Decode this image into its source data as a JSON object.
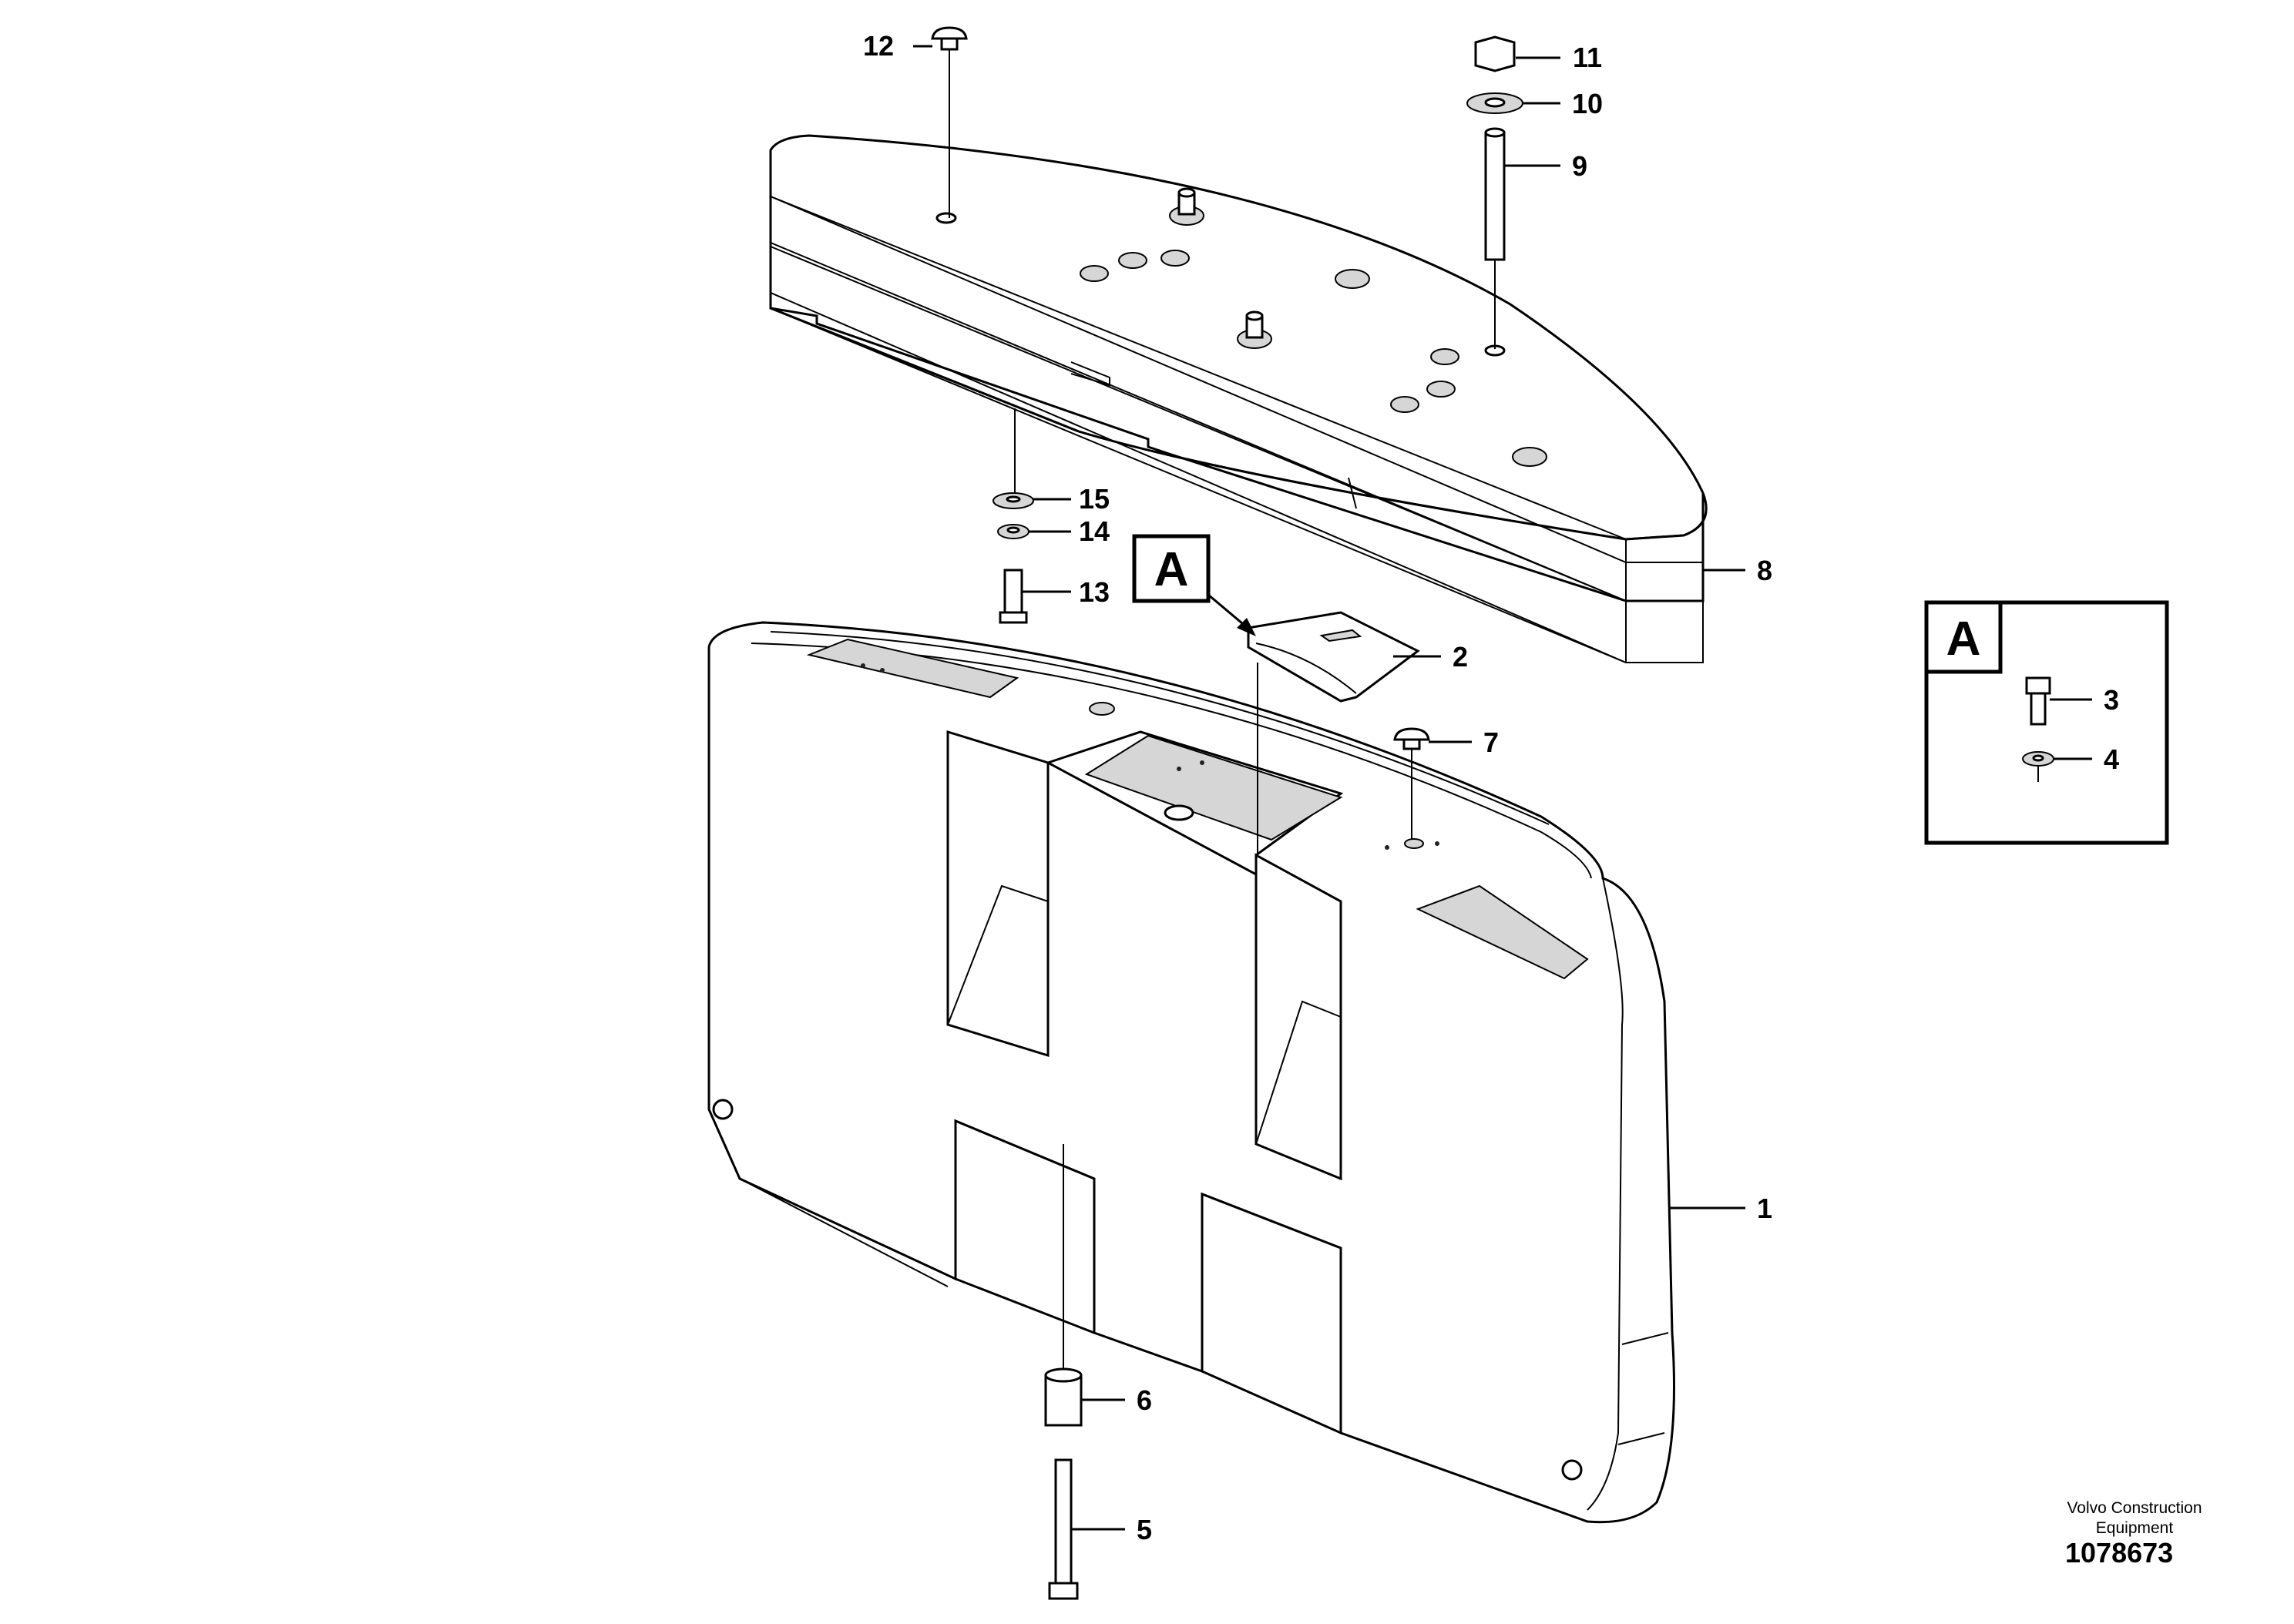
{
  "callouts": [
    {
      "id": "c1",
      "label": "1"
    },
    {
      "id": "c2",
      "label": "2"
    },
    {
      "id": "c3",
      "label": "3"
    },
    {
      "id": "c4",
      "label": "4"
    },
    {
      "id": "c5",
      "label": "5"
    },
    {
      "id": "c6",
      "label": "6"
    },
    {
      "id": "c7",
      "label": "7"
    },
    {
      "id": "c8",
      "label": "8"
    },
    {
      "id": "c9",
      "label": "9"
    },
    {
      "id": "c10",
      "label": "10"
    },
    {
      "id": "c11",
      "label": "11"
    },
    {
      "id": "c12",
      "label": "12"
    },
    {
      "id": "c13",
      "label": "13"
    },
    {
      "id": "c14",
      "label": "14"
    },
    {
      "id": "c15",
      "label": "15"
    }
  ],
  "view_marker": {
    "letter": "A"
  },
  "detail_view": {
    "letter": "A"
  },
  "caption": {
    "line1": "Volvo Construction",
    "line2": "Equipment"
  },
  "document_number": "1078673"
}
